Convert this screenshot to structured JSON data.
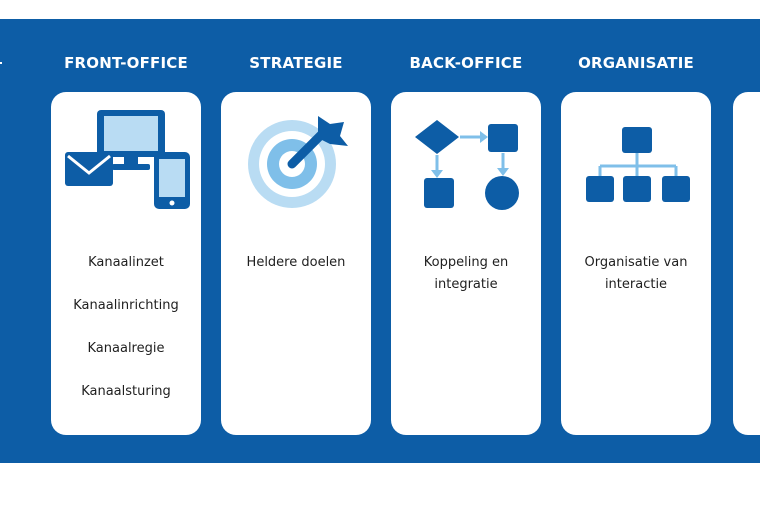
{
  "columns": [
    {
      "title": "FRONT-OFFICE",
      "icon": "devices-icon",
      "items": [
        "Kanaalinzet",
        "Kanaalinrichting",
        "Kanaalregie",
        "Kanaalsturing"
      ]
    },
    {
      "title": "STRATEGIE",
      "icon": "target-icon",
      "items": [
        "Heldere doelen"
      ]
    },
    {
      "title": "BACK-OFFICE",
      "icon": "flowchart-icon",
      "items": [
        "Koppeling en",
        "integratie"
      ]
    },
    {
      "title": "ORGANISATIE",
      "icon": "org-chart-icon",
      "items": [
        "Organisatie van",
        "interactie"
      ]
    }
  ],
  "colors": {
    "panel_blue": "#0d5da6",
    "icon_dark_blue": "#0d5da6",
    "icon_light_blue": "#b9dcf3",
    "icon_mid_blue": "#7fbfe9",
    "text": "#1f1f1f"
  }
}
